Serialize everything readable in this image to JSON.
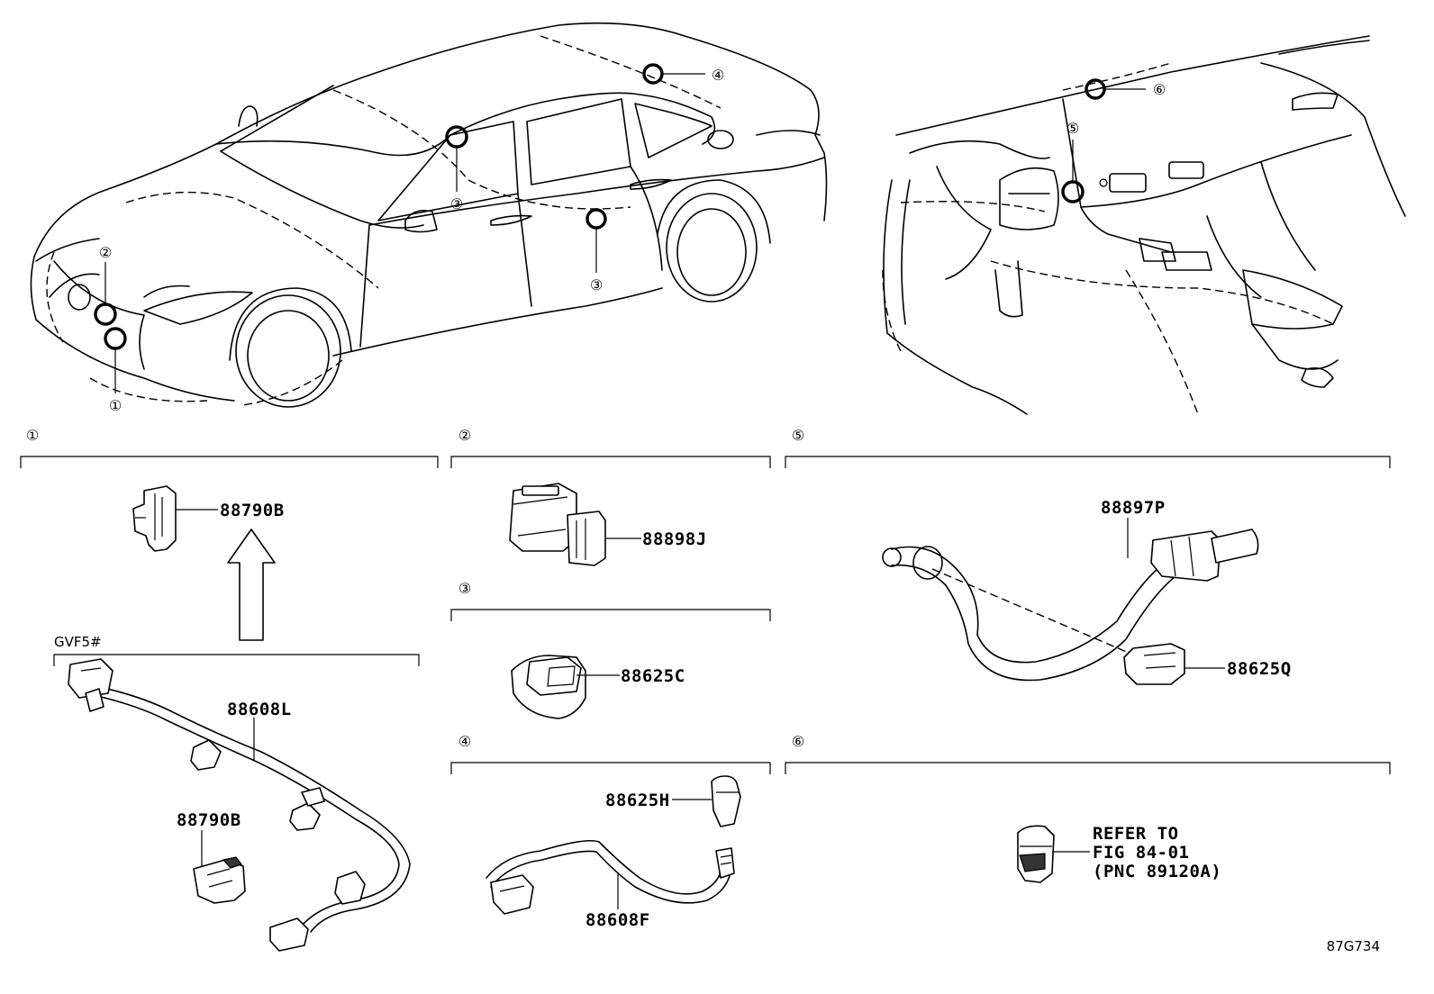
{
  "locations": [
    {
      "num": "①"
    },
    {
      "num": "②"
    },
    {
      "num": "③"
    },
    {
      "num": "④"
    },
    {
      "num": "⑤"
    },
    {
      "num": "⑥"
    }
  ],
  "sections": {
    "s1": {
      "num": "①",
      "code": "GVF5#",
      "parts": [
        "88790B",
        "88608L",
        "88790B"
      ]
    },
    "s2": {
      "num": "②",
      "parts": [
        "88898J"
      ]
    },
    "s3": {
      "num": "③",
      "parts": [
        "88625C"
      ]
    },
    "s4": {
      "num": "④",
      "parts": [
        "88625H",
        "88608F"
      ]
    },
    "s5": {
      "num": "⑤",
      "parts": [
        "88897P",
        "88625Q"
      ]
    },
    "s6": {
      "num": "⑥",
      "refer_lines": [
        "REFER TO",
        "FIG 84-01",
        "(PNC 89120A)"
      ]
    }
  },
  "figure_id": "87G734"
}
